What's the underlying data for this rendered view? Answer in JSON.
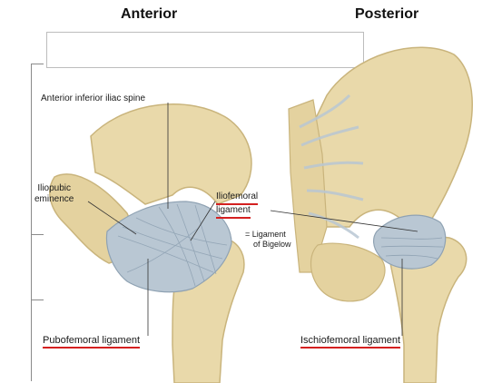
{
  "titles": {
    "anterior": "Anterior",
    "posterior": "Posterior"
  },
  "labels": {
    "aiis": "Anterior inferior iliac spine",
    "iliopubic_line1": "Iliopubic",
    "iliopubic_line2": "eminence",
    "iliofemoral_line1": "Iliofemoral",
    "iliofemoral_line2": "ligament",
    "bigelow_line1": "= Ligament",
    "bigelow_line2": "of Bigelow",
    "pubofemoral": "Pubofemoral ligament",
    "ischiofemoral": "Ischiofemoral ligament"
  },
  "colors": {
    "bone": "#e9d9aa",
    "bone_shade": "#c9b47c",
    "ligament": "#b9c7d3",
    "ligament_line": "#8fa2b3",
    "underline": "#d42020"
  }
}
